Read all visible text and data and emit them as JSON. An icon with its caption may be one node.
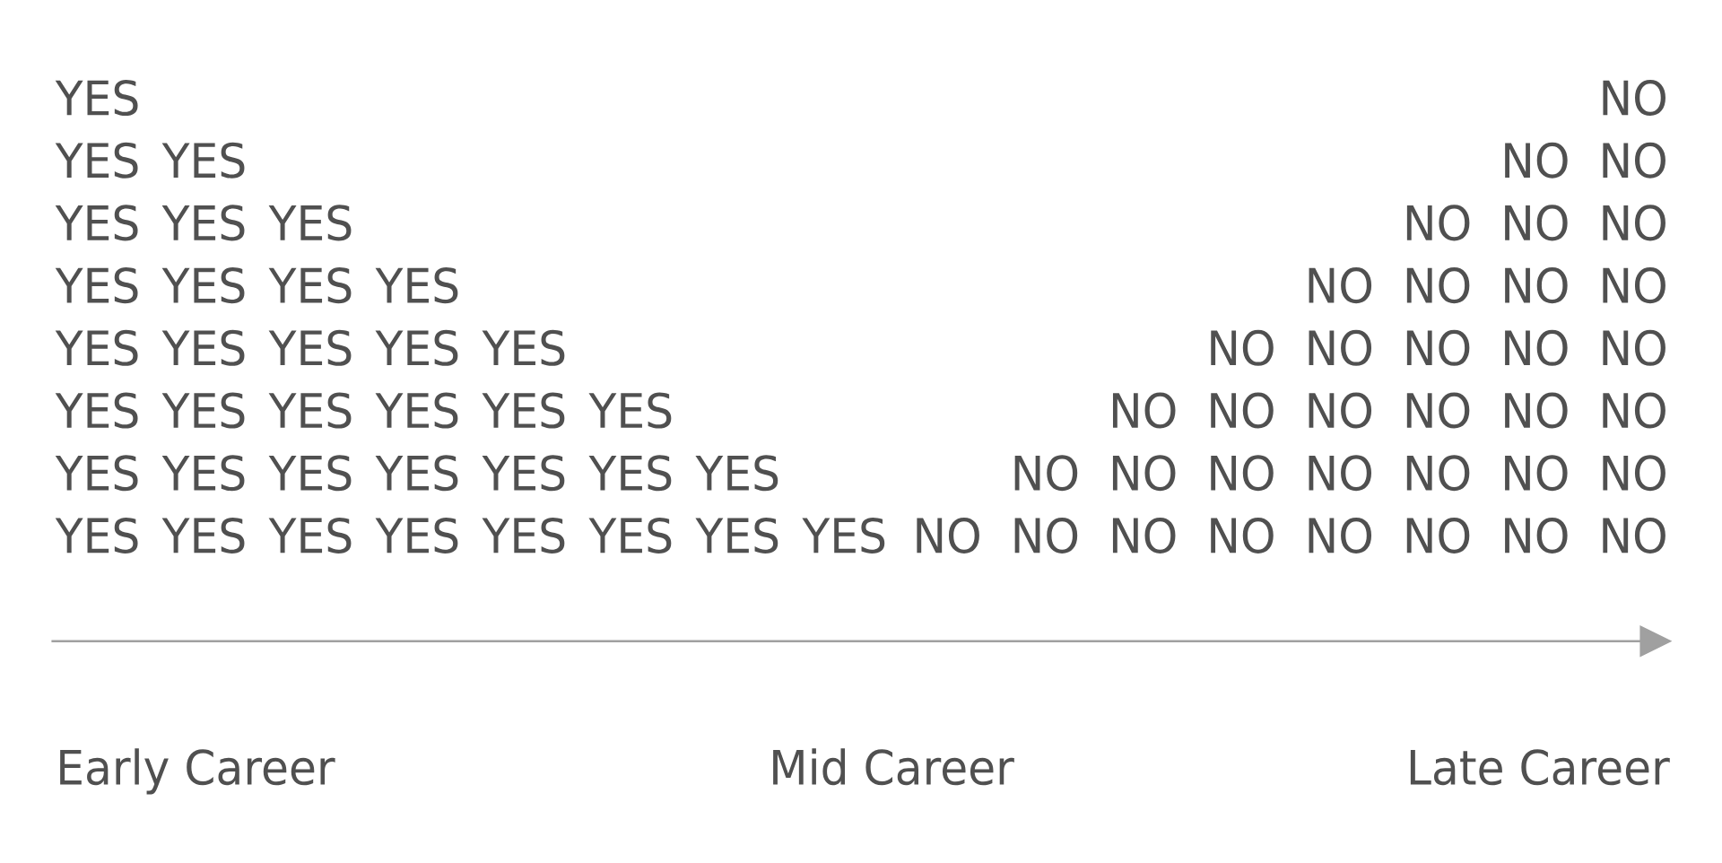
{
  "diagram": {
    "labels": [
      "YES",
      "NO",
      "YES YES",
      "NO NO",
      "YES YES YES",
      "NO NO NO",
      "YES YES YES YES",
      "NO NO NO NO",
      "YES YES YES YES YES",
      "NO NO NO NO NO",
      "YES YES YES YES YES YES",
      "NO NO NO NO NO NO",
      "YES YES YES YES YES YES YES",
      "NO NO NO NO NO NO NO",
      "YES YES YES YES YES YES YES YES",
      "NO NO NO NO NO NO NO NO",
      "Early Career",
      "Mid Career",
      "Late Career"
    ]
  }
}
